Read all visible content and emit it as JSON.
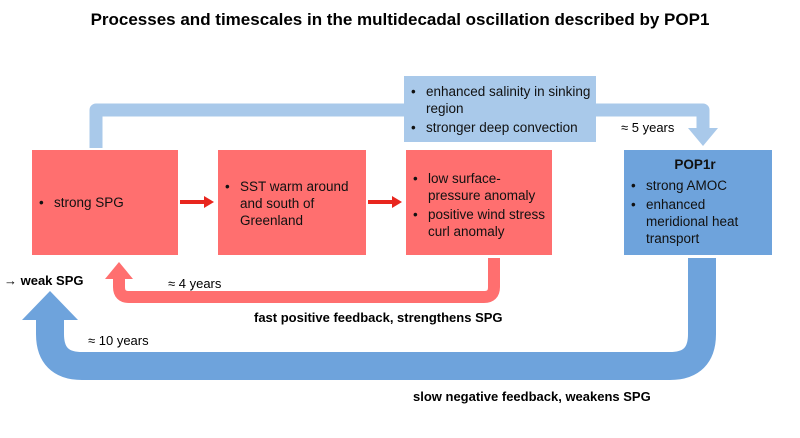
{
  "title": "Processes and timescales in the multidecadal oscillation described by POP1",
  "boxes": {
    "strong_spg": {
      "items": [
        "strong SPG"
      ]
    },
    "sst": {
      "items": [
        "SST warm around and south of Greenland"
      ]
    },
    "low_pressure": {
      "items": [
        "low surface-pressure anomaly",
        "positive wind stress curl anomaly"
      ]
    },
    "salinity": {
      "items": [
        "enhanced salinity in sinking region",
        "stronger deep convection"
      ]
    },
    "pop1r": {
      "title": "POP1r",
      "items": [
        "strong AMOC",
        "enhanced meridional heat transport"
      ]
    }
  },
  "labels": {
    "weak_spg": "→ weak SPG",
    "five_years": "≈ 5 years",
    "four_years": "≈ 4 years",
    "ten_years": "≈ 10 years",
    "fast_feedback": "fast positive feedback, strengthens SPG",
    "slow_feedback": "slow negative feedback, weakens SPG"
  },
  "colors": {
    "red_box": "#ff6f6f",
    "light_blue": "#a9c9ea",
    "dark_blue": "#6ea3dc",
    "arrow_red": "#e8261e"
  }
}
